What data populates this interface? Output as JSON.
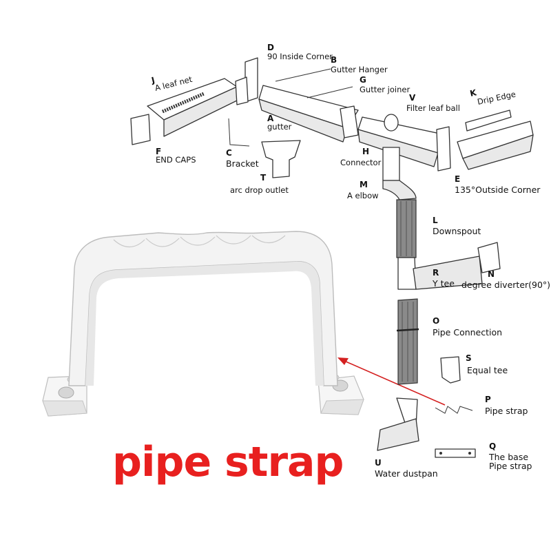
{
  "title": "pipe strap",
  "colors": {
    "title": "#e8201f",
    "arrow": "#d42020",
    "part_outline": "#333333"
  },
  "labels": [
    {
      "id": "D",
      "letter": "D",
      "name": "90 Inside Corner"
    },
    {
      "id": "B",
      "letter": "B",
      "name": "Gutter Hanger"
    },
    {
      "id": "G",
      "letter": "G",
      "name": "Gutter joiner"
    },
    {
      "id": "J",
      "letter": "J",
      "name": "A leaf net"
    },
    {
      "id": "V",
      "letter": "V",
      "name": "Filter leaf ball"
    },
    {
      "id": "K",
      "letter": "K",
      "name": "Drip Edge"
    },
    {
      "id": "A",
      "letter": "A",
      "name": "gutter"
    },
    {
      "id": "F",
      "letter": "F",
      "name": "END CAPS"
    },
    {
      "id": "C",
      "letter": "C",
      "name": "Bracket"
    },
    {
      "id": "H",
      "letter": "H",
      "name": "Connector"
    },
    {
      "id": "E",
      "letter": "E",
      "name": "135°Outside Corner"
    },
    {
      "id": "T",
      "letter": "T",
      "name": "arc drop outlet"
    },
    {
      "id": "M",
      "letter": "M",
      "name": "A elbow"
    },
    {
      "id": "L",
      "letter": "L",
      "name": "Downspout"
    },
    {
      "id": "N",
      "letter": "N",
      "name": "degree diverter(90°)"
    },
    {
      "id": "R",
      "letter": "R",
      "name": "Y tee"
    },
    {
      "id": "O",
      "letter": "O",
      "name": "Pipe Connection"
    },
    {
      "id": "S",
      "letter": "S",
      "name": "Equal tee"
    },
    {
      "id": "P",
      "letter": "P",
      "name": "Pipe strap"
    },
    {
      "id": "Q",
      "letter": "Q",
      "name": "The base\nPipe strap"
    },
    {
      "id": "U",
      "letter": "U",
      "name": "Water dustpan"
    }
  ]
}
